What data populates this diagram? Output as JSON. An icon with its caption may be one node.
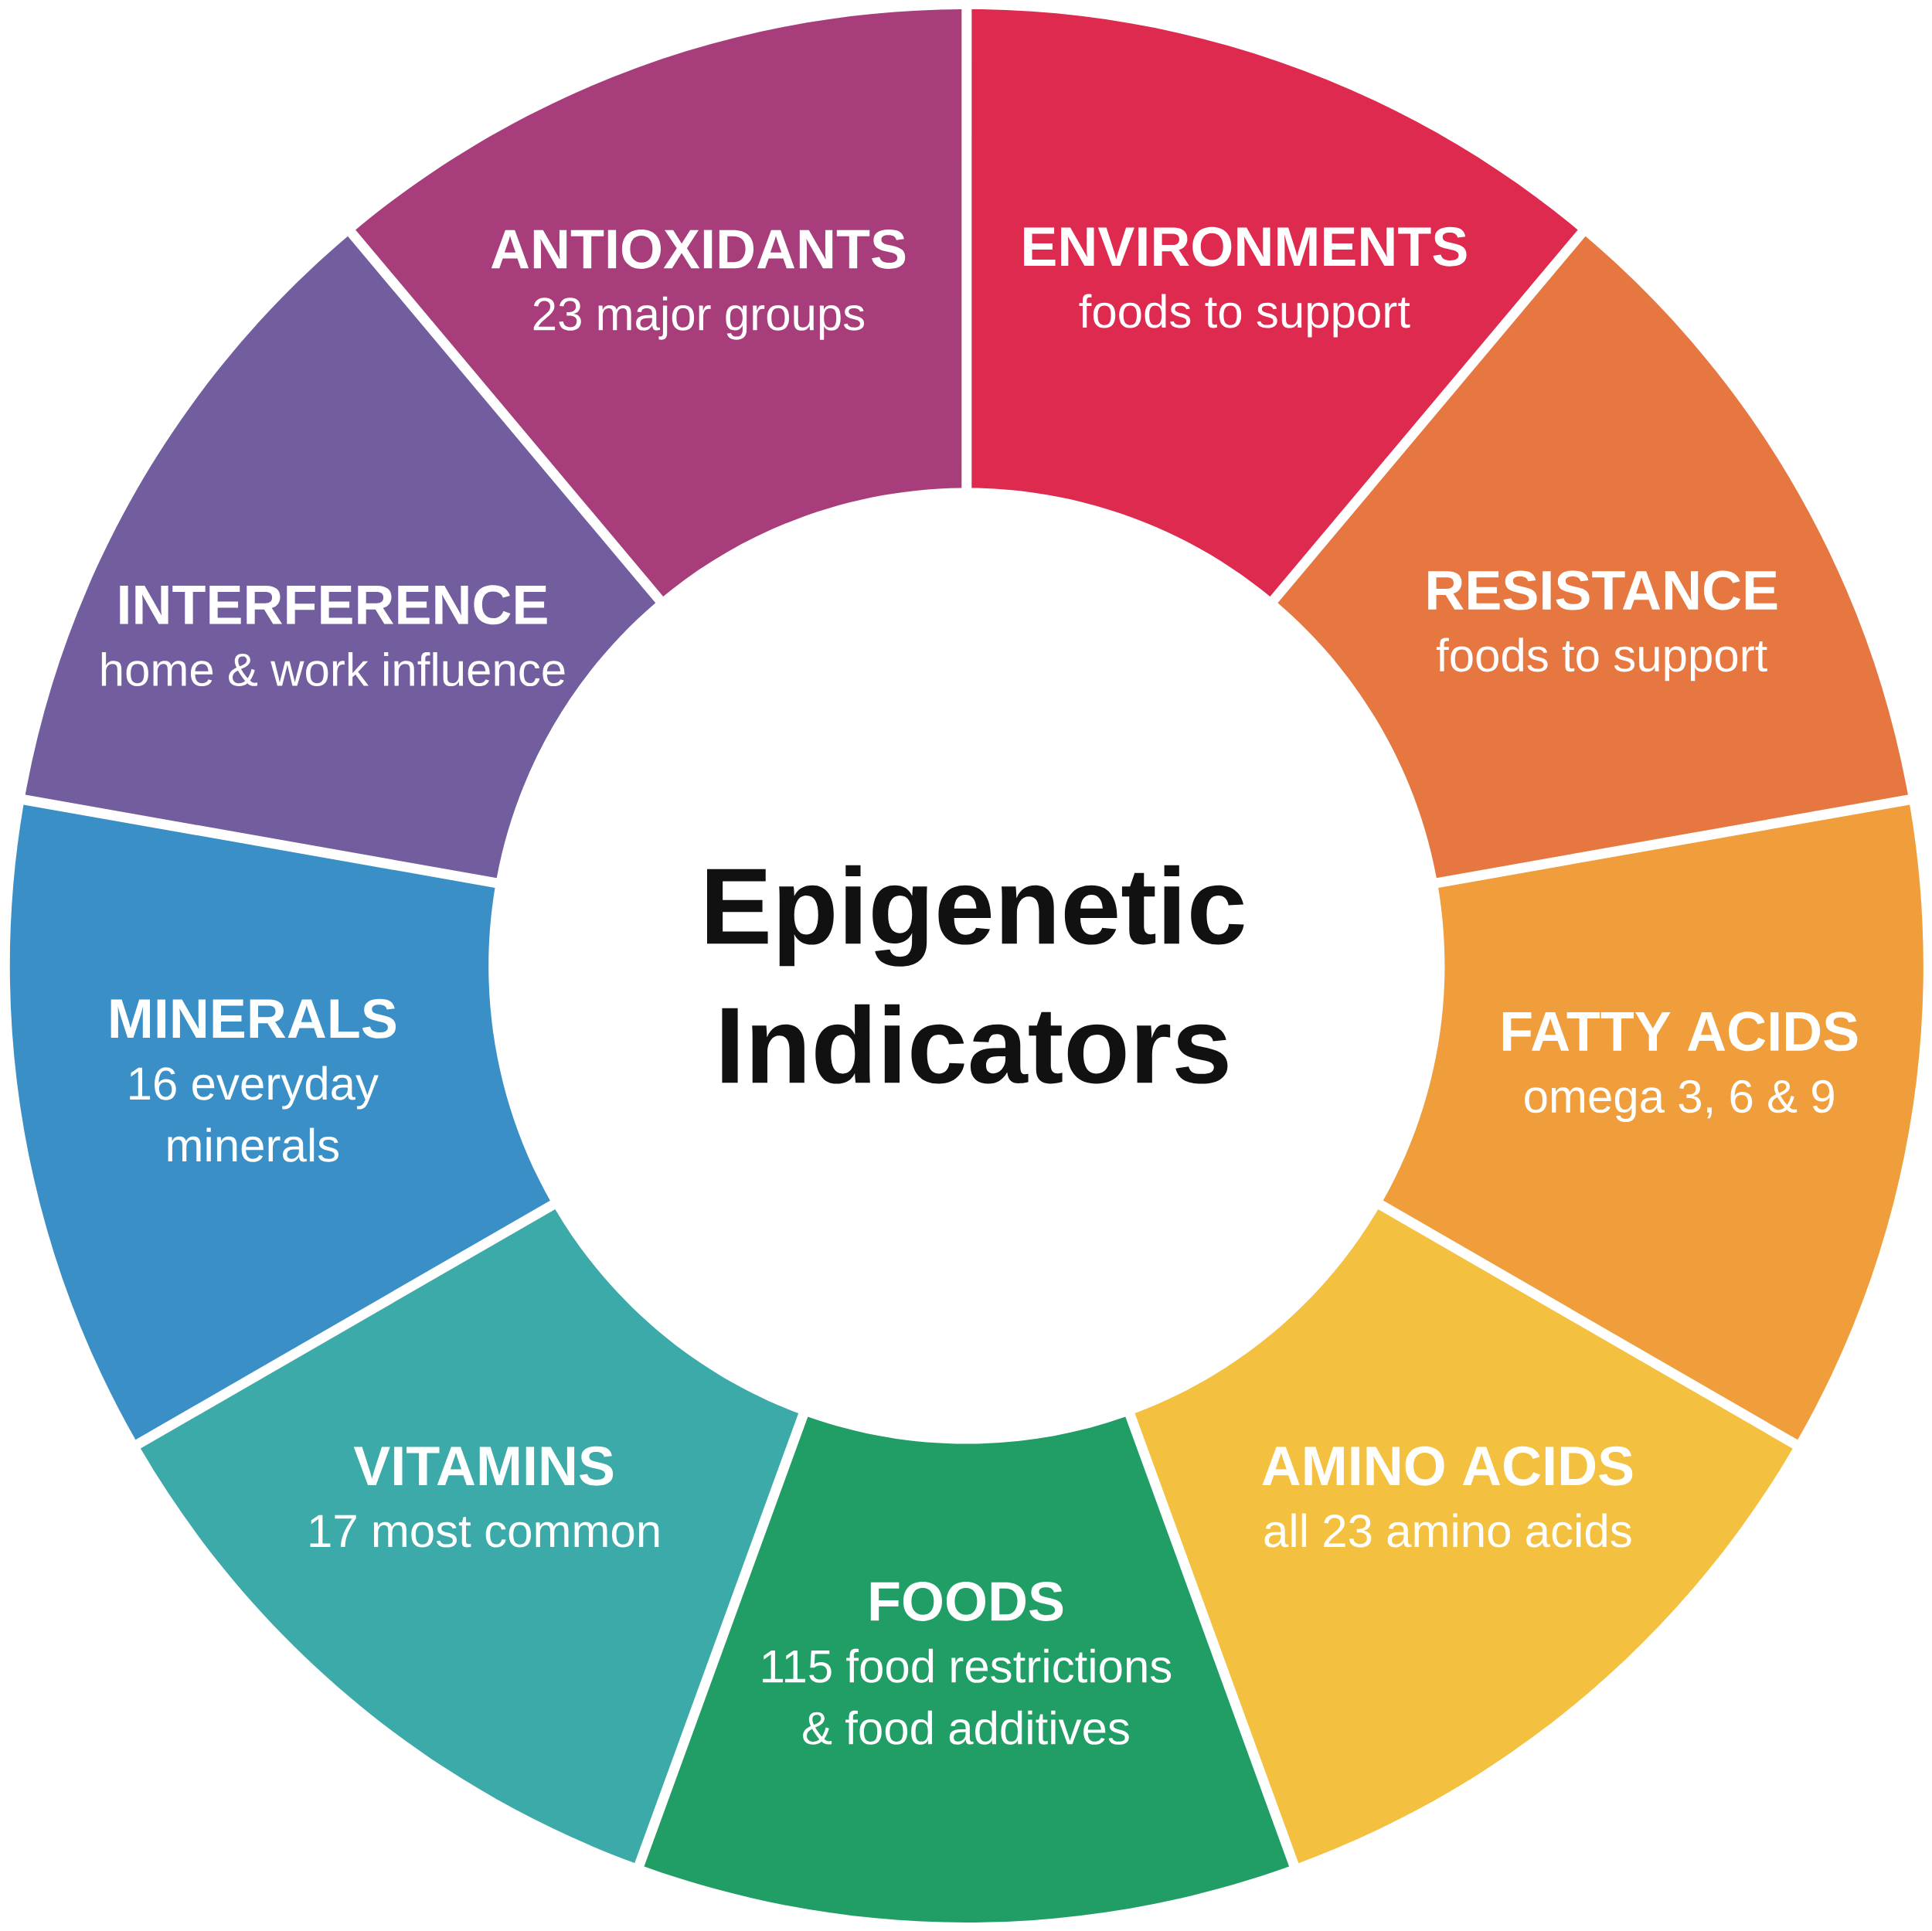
{
  "diagram": {
    "nodes": [
      {
        "text": [
          "Epigenetic Indicators"
        ]
      },
      {
        "text": [
          "ANTIOXIDANTS",
          "23 major groups"
        ]
      },
      {
        "text": [
          "ENVIRONMENTS",
          "foods to support"
        ]
      },
      {
        "text": [
          "RESISTANCE",
          "foods to support"
        ]
      },
      {
        "text": [
          "FATTY ACIDS",
          "omega 3, 6 & 9"
        ]
      },
      {
        "text": [
          "AMINO ACIDS",
          "all 23 amino acids"
        ]
      },
      {
        "text": [
          "FOODS",
          "115 food restrictions & food additives"
        ]
      },
      {
        "text": [
          "VITAMINS",
          "17 most common"
        ]
      },
      {
        "text": [
          "MINERALS",
          "16 everyday minerals"
        ]
      },
      {
        "text": [
          "INTERFERENCE",
          "home & work influence"
        ]
      }
    ]
  }
}
